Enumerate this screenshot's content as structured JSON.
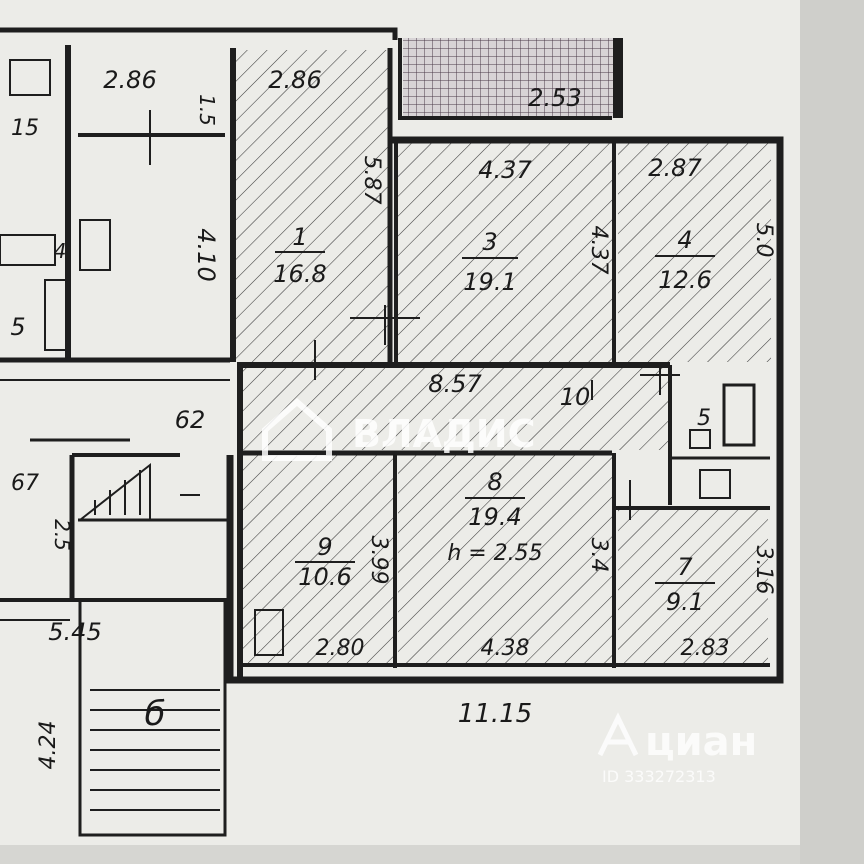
{
  "colors": {
    "paper": "#ecece8",
    "ink": "#1e1e1e",
    "hatch": "#3a3a3a",
    "watermark": "#ffffff"
  },
  "rooms": [
    {
      "number": "1",
      "area": "16.8"
    },
    {
      "number": "3",
      "area": "19.1"
    },
    {
      "number": "4",
      "area": "12.6"
    },
    {
      "number": "5",
      "area": ""
    },
    {
      "number": "7",
      "area": "9.1"
    },
    {
      "number": "8",
      "area": "19.4"
    },
    {
      "number": "9",
      "area": "10.6"
    },
    {
      "number": "10",
      "area": ""
    }
  ],
  "dimensions": {
    "room1_top": "2.86",
    "room1_side": "5.87",
    "room3_top": "4.37",
    "room3_side": "4.37",
    "room4_top": "2.87",
    "room4_side": "5.0",
    "balcony": "2.53",
    "corridor": "8.57",
    "room9_side": "3.99",
    "room9_bottom": "2.80",
    "room8_bottom": "4.38",
    "room8_side": "3.4",
    "room7_side": "3.16",
    "room7_bottom": "2.83",
    "ceiling_height": "h = 2.55",
    "total_width": "11.15",
    "neighbor_top": "2.86",
    "neighbor_side": "1.5",
    "neighbor_height": "4.10",
    "hall": "62",
    "left_15": "15",
    "left_4": "4",
    "left_5": "5",
    "left_67": "67",
    "left_25": "2.5",
    "left_545": "5.45",
    "left_424": "4.24",
    "stair": "б"
  },
  "watermarks": {
    "brand": "ВЛАДИС",
    "cian": "циан",
    "cian_id": "ID 333272313"
  }
}
